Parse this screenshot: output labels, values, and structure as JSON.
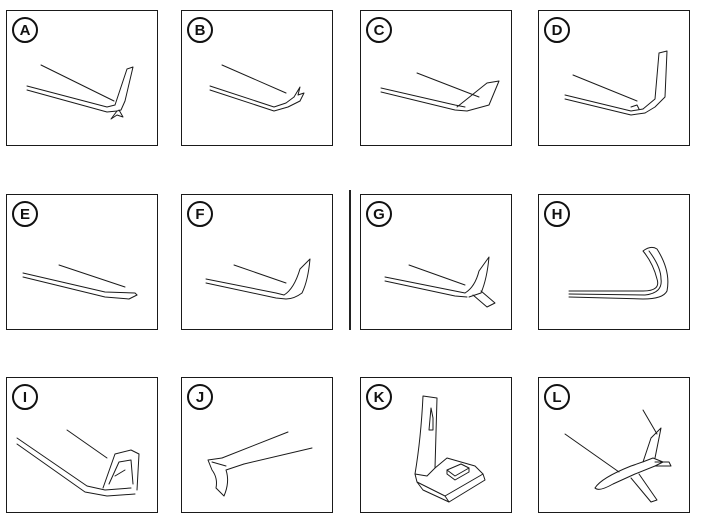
{
  "panels": [
    {
      "label": "A",
      "icon": "wingtip-winglet-up-down-icon"
    },
    {
      "label": "B",
      "icon": "wingtip-split-scimitar-icon"
    },
    {
      "label": "C",
      "icon": "wingtip-raked-fin-icon"
    },
    {
      "label": "D",
      "icon": "wingtip-blended-winglet-icon"
    },
    {
      "label": "E",
      "icon": "wingtip-raked-tip-icon"
    },
    {
      "label": "F",
      "icon": "wingtip-curved-winglet-icon"
    },
    {
      "label": "G",
      "icon": "wingtip-split-winglet-icon"
    },
    {
      "label": "H",
      "icon": "wingtip-spiroid-hook-icon"
    },
    {
      "label": "I",
      "icon": "wingtip-loop-spiroid-icon"
    },
    {
      "label": "J",
      "icon": "wingtip-downward-curl-icon"
    },
    {
      "label": "K",
      "icon": "wingtip-endplate-box-icon"
    },
    {
      "label": "L",
      "icon": "aircraft-planform-icon"
    }
  ]
}
